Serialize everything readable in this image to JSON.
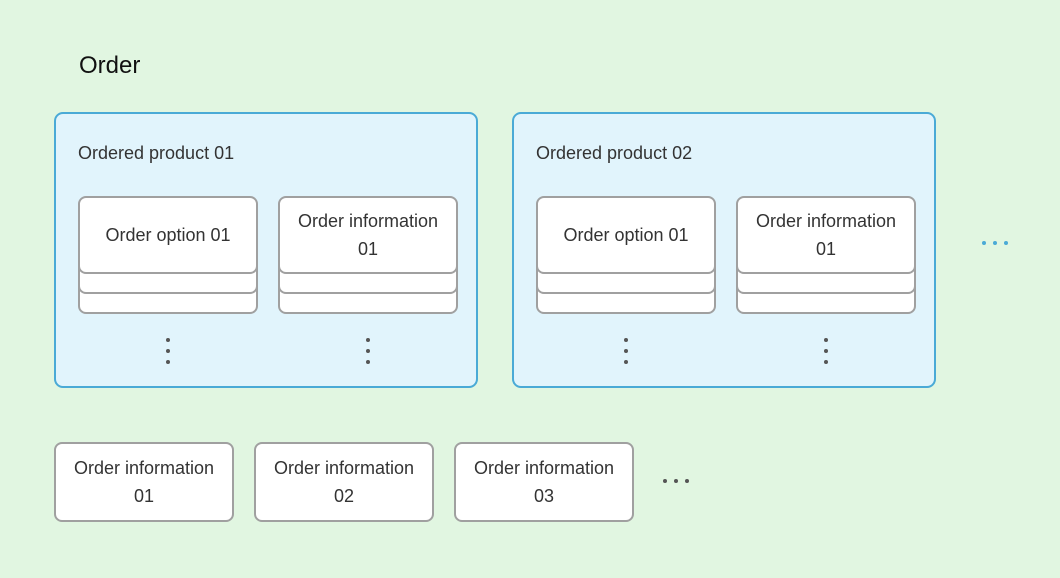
{
  "title": "Order",
  "products": [
    {
      "label": "Ordered product 01",
      "option_card": "Order option 01",
      "info_card": "Order information 01"
    },
    {
      "label": "Ordered product 02",
      "option_card": "Order option 01",
      "info_card": "Order information 01"
    }
  ],
  "order_information": [
    "Order information 01",
    "Order information 02",
    "Order information 03"
  ],
  "colors": {
    "background": "#e1f6e1",
    "product_fill": "#e1f4fc",
    "product_border": "#4aaad6",
    "card_border": "#a0a0a0",
    "card_fill": "#ffffff"
  }
}
